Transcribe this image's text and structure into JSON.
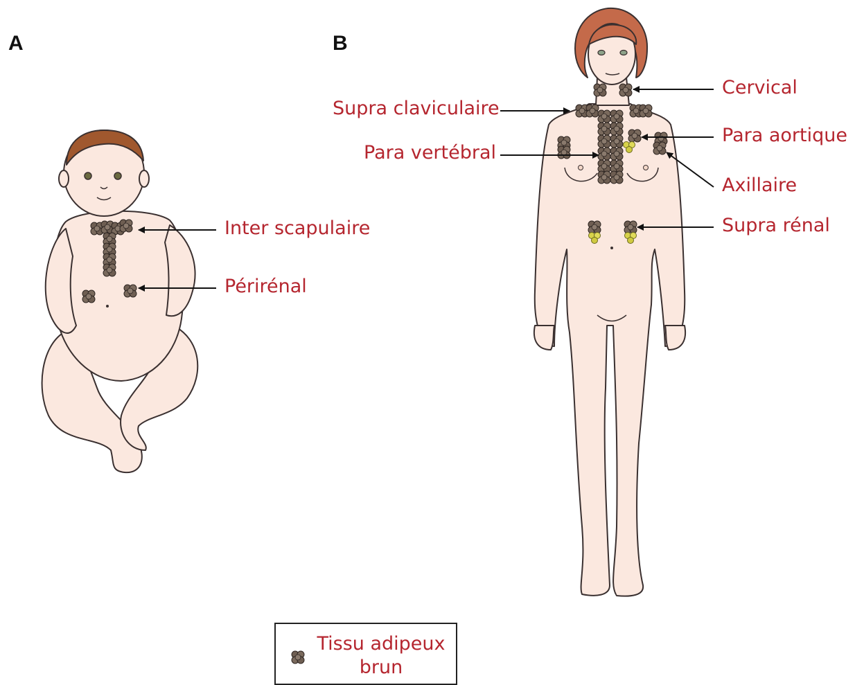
{
  "panels": {
    "a": "A",
    "b": "B"
  },
  "baby_labels": {
    "inter_scapulaire": "Inter scapulaire",
    "perirenal": "Périrénal"
  },
  "adult_labels": {
    "cervical": "Cervical",
    "supra_claviculaire": "Supra claviculaire",
    "para_aortique": "Para aortique",
    "para_vertebral": "Para vertébral",
    "axillaire": "Axillaire",
    "supra_renal": "Supra rénal"
  },
  "legend": {
    "line1": "Tissu adipeux",
    "line2": "brun"
  },
  "colors": {
    "label_text": "#b5262f",
    "skin": "#fbe8df",
    "outline": "#3a3030",
    "brown_fat": "#6e5e52",
    "adrenal": "#d8d24a",
    "hair_baby": "#a0582e",
    "hair_adult": "#c46a4a"
  }
}
